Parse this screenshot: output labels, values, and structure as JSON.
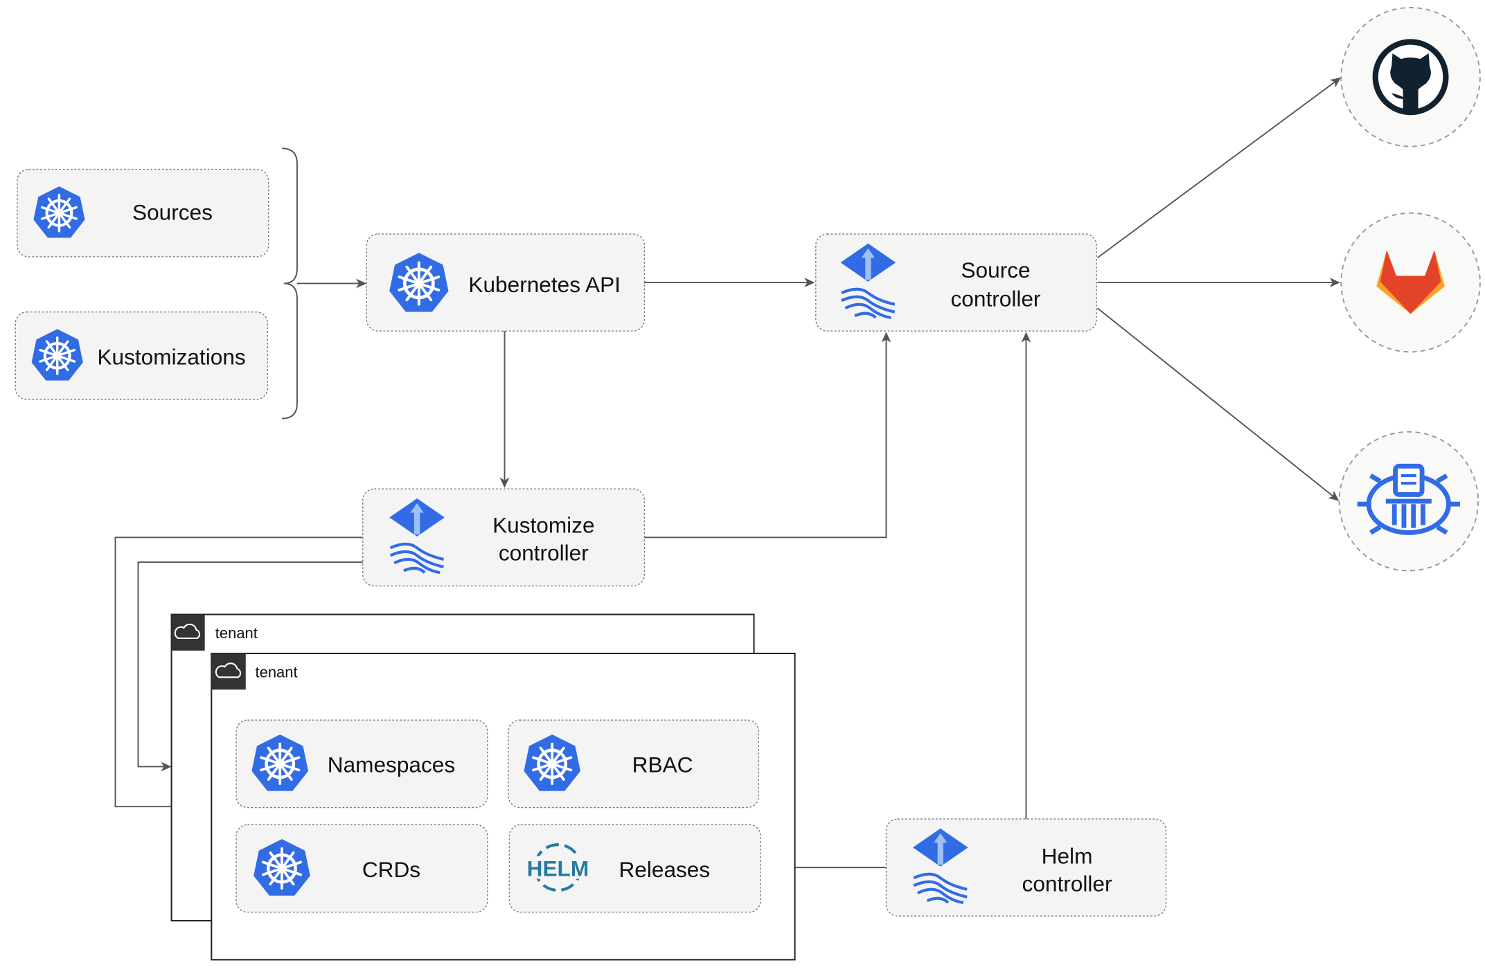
{
  "nodes": {
    "sources": "Sources",
    "kustomizations": "Kustomizations",
    "kubernetes_api": "Kubernetes API",
    "source_controller": [
      "Source",
      "controller"
    ],
    "kustomize_controller": [
      "Kustomize",
      "controller"
    ],
    "helm_controller": [
      "Helm",
      "controller"
    ],
    "namespaces": "Namespaces",
    "rbac": "RBAC",
    "crds": "CRDs",
    "releases": "Releases"
  },
  "tenants": [
    "tenant",
    "tenant"
  ],
  "helm_logo_text": "HELM",
  "external_sources": [
    "github-icon",
    "gitlab-icon",
    "oci-registry-icon"
  ],
  "colors": {
    "k8s_blue": "#326ce5",
    "gitlab_orange": "#e24329",
    "github_dark": "#10222f",
    "helm_blue": "#277a9f"
  }
}
